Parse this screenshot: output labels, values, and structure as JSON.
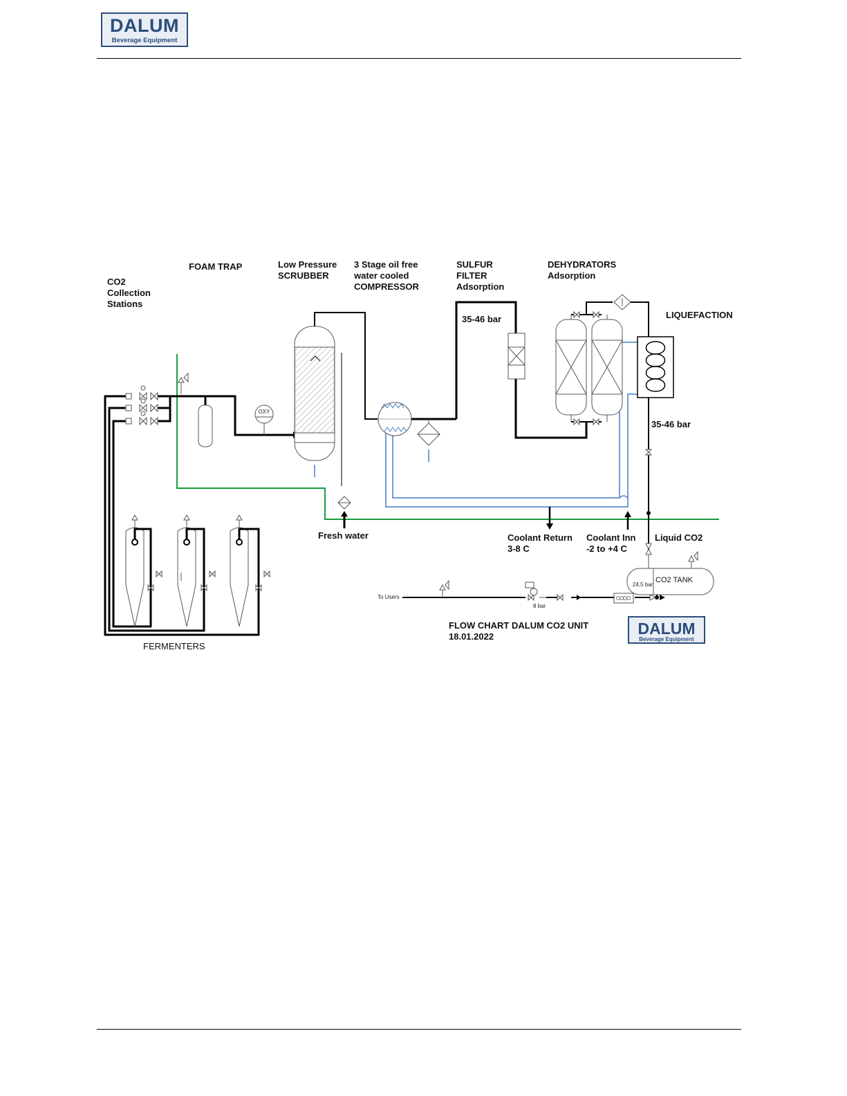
{
  "header": {
    "logo": {
      "name": "DALUM",
      "tagline": "Beverage Equipment"
    }
  },
  "diagram": {
    "labels": {
      "co2_collection": [
        "CO2",
        "Collection",
        "Stations"
      ],
      "foam_trap": "FOAM TRAP",
      "scrubber": [
        "Low Pressure",
        "SCRUBBER"
      ],
      "compressor": [
        "3 Stage oil free",
        "water cooled",
        "COMPRESSOR"
      ],
      "sulfur_filter": [
        "SULFUR",
        "FILTER",
        "Adsorption"
      ],
      "dehydrators": [
        "DEHYDRATORS",
        "Adsorption"
      ],
      "liquefaction": "LIQUEFACTION",
      "pressure_upper": "35-46 bar",
      "pressure_right": "35-46 bar",
      "oxy": "OXY",
      "fresh_water": "Fresh water",
      "coolant_return": [
        "Coolant Return",
        "3-8 C"
      ],
      "coolant_inn": [
        "Coolant Inn",
        "-2 to +4 C"
      ],
      "liquid_co2": "Liquid CO2",
      "co2_tank": "CO2 TANK",
      "tank_pressure": "24,5 bar",
      "to_users": "To Users",
      "reg_pressure": "8 bar",
      "fermenters": "FERMENTERS",
      "flow_chart_title": [
        "FLOW CHART DALUM CO2 UNIT",
        "18.01.2022"
      ]
    },
    "colors": {
      "gas_line": "#000000",
      "water_line": "#1a9c3c",
      "coolant_line": "#3f7fc8",
      "brand": "#2b4d7a"
    }
  }
}
